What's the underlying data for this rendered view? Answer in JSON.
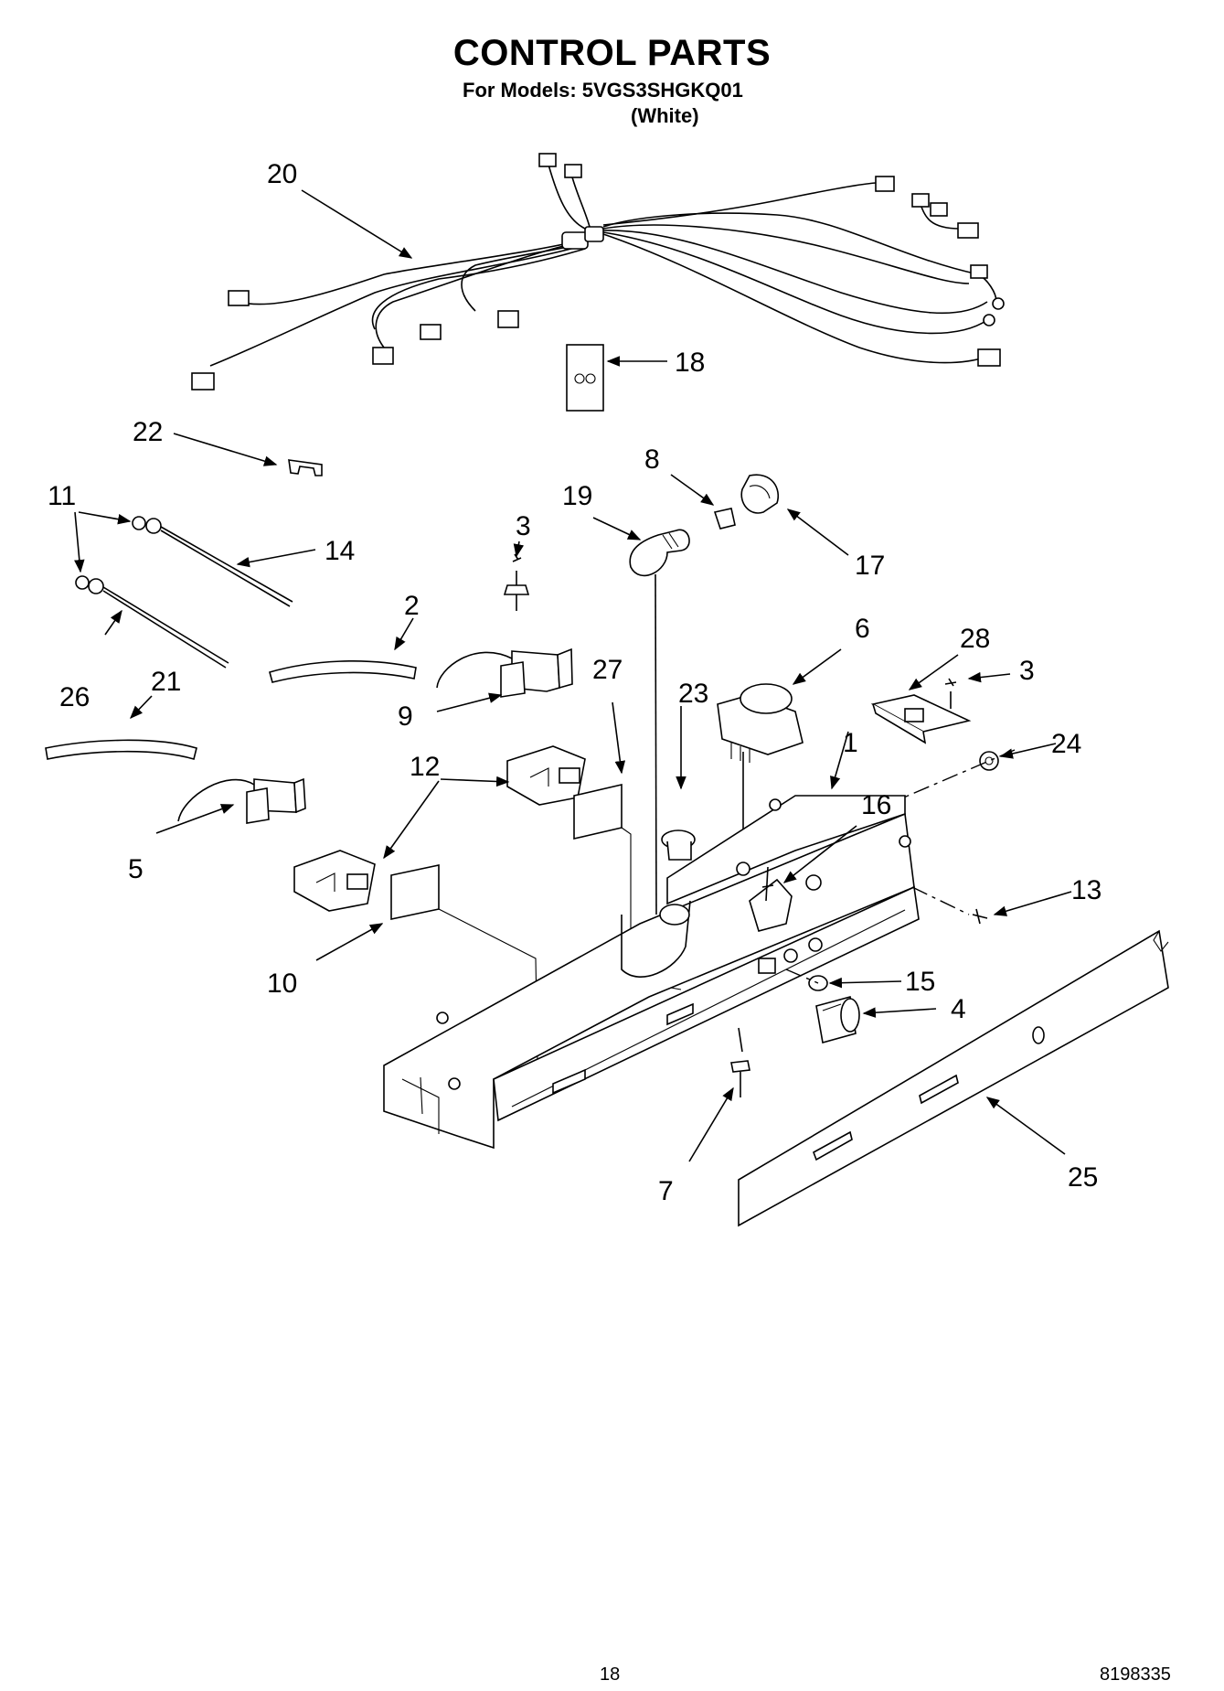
{
  "header": {
    "title": "CONTROL PARTS",
    "models_line": "For Models: 5VGS3SHGKQ01",
    "color_note": "(White)"
  },
  "callouts": [
    "20",
    "18",
    "22",
    "11",
    "14",
    "8",
    "19",
    "17",
    "3",
    "2",
    "26",
    "21",
    "9",
    "27",
    "23",
    "6",
    "28",
    "3",
    "24",
    "12",
    "1",
    "16",
    "5",
    "13",
    "10",
    "15",
    "4",
    "7",
    "25"
  ],
  "footer": {
    "page_number": "18",
    "document_number": "8198335"
  }
}
